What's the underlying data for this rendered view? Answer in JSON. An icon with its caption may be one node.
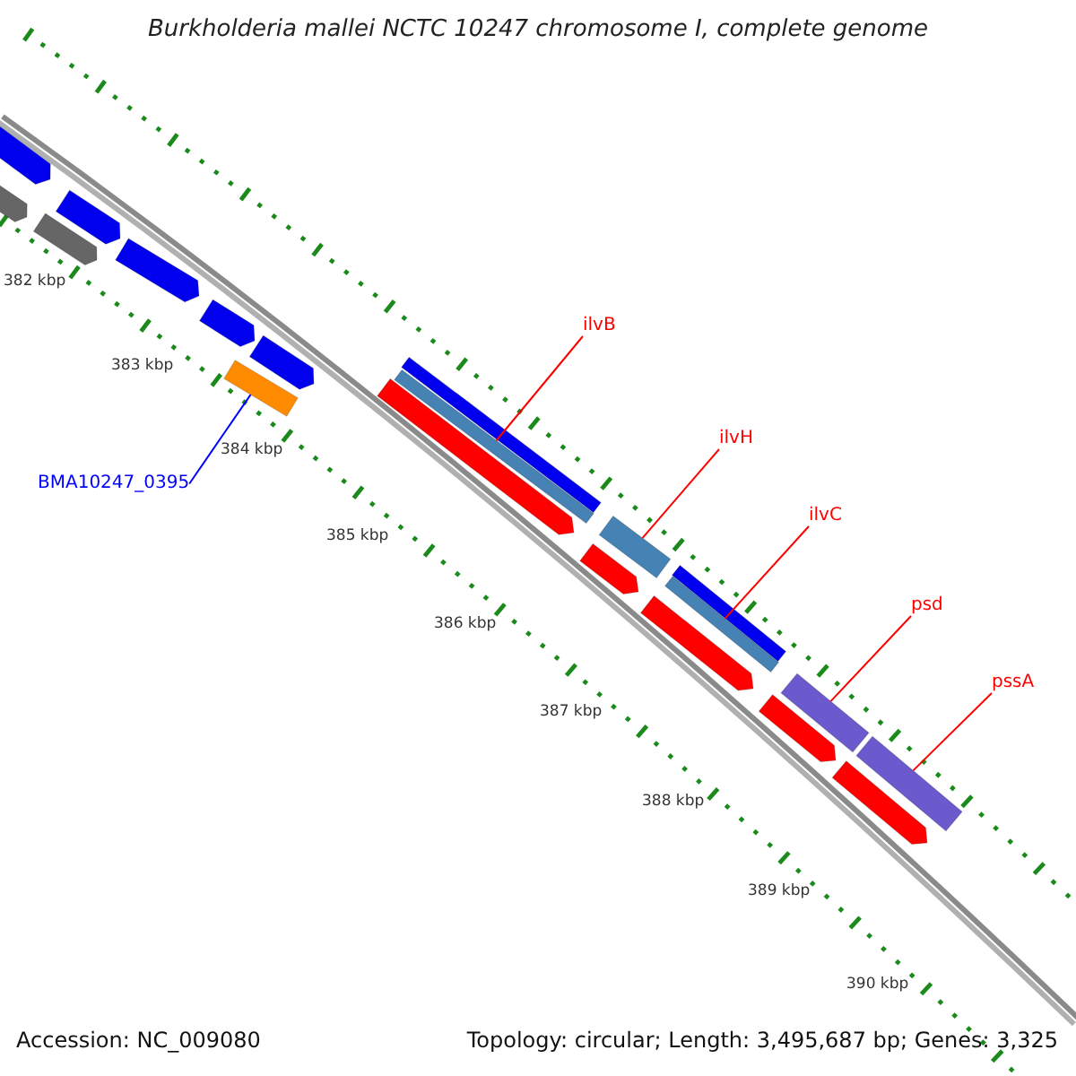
{
  "diagram": {
    "title": "Burkholderia mallei NCTC 10247 chromosome I, complete genome",
    "nodes": [
      {
        "text": [
          "BMA10247_0395"
        ]
      },
      {
        "text": [],
        "shape": "bar"
      },
      {
        "text": [
          "ilvB"
        ]
      },
      {
        "text": [],
        "shape": "bar"
      },
      {
        "text": [
          "ilvH"
        ]
      },
      {
        "text": [],
        "shape": "bar"
      },
      {
        "text": [
          "ilvC"
        ]
      },
      {
        "text": [],
        "shape": "bar"
      },
      {
        "text": [
          "psd"
        ]
      },
      {
        "text": [],
        "shape": "bar"
      },
      {
        "text": [
          "pssA"
        ]
      },
      {
        "text": [],
        "shape": "bar"
      }
    ],
    "edges": [
      {
        "from": 0,
        "to": 1,
        "arrow": "none",
        "color": "#0000ff"
      },
      {
        "from": 2,
        "to": 3,
        "arrow": "none"
      },
      {
        "from": 4,
        "to": 5,
        "arrow": "none"
      },
      {
        "from": 6,
        "to": 7,
        "arrow": "none"
      },
      {
        "from": 8,
        "to": 9,
        "arrow": "none"
      },
      {
        "from": 10,
        "to": 11,
        "arrow": "none"
      }
    ],
    "labels": [
      "382 kbp",
      "383 kbp",
      "384 kbp",
      "385 kbp",
      "386 kbp",
      "387 kbp",
      "388 kbp",
      "389 kbp",
      "390 kbp",
      "Accession: NC_009080",
      "Topology: circular; Length: 3,495,687 bp; Genes: 3,325"
    ]
  }
}
